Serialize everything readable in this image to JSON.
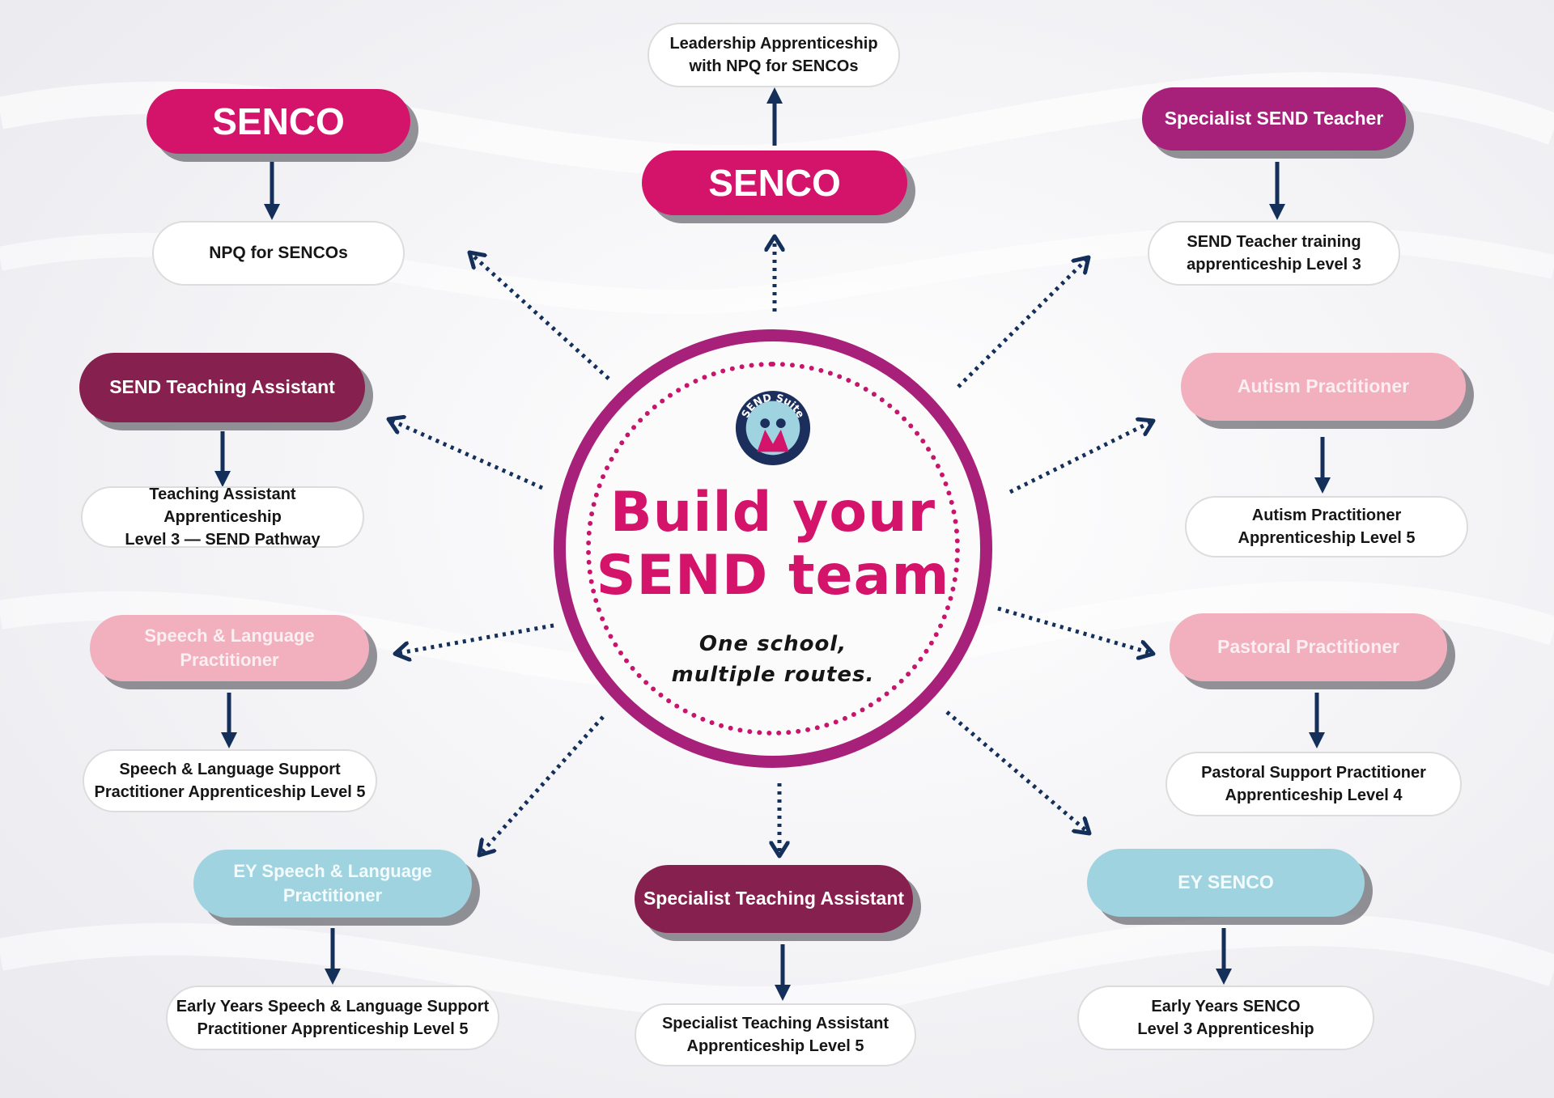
{
  "hub": {
    "logo_text": "SEND Suite",
    "title": "Build your\nSEND team",
    "subtitle": "One school,\nmultiple routes."
  },
  "routes": {
    "senco_top": {
      "role": "SENCO",
      "qualification": "Leadership Apprenticeship\nwith NPQ for SENCOs"
    },
    "senco_left": {
      "role": "SENCO",
      "qualification": "NPQ for SENCOs"
    },
    "specialist_send_teacher": {
      "role": "Specialist SEND Teacher",
      "qualification": "SEND Teacher training\napprenticeship Level 3"
    },
    "send_teaching_assistant": {
      "role": "SEND Teaching Assistant",
      "qualification": "Teaching Assistant Apprenticeship\nLevel 3 — SEND Pathway"
    },
    "autism_practitioner": {
      "role": "Autism Practitioner",
      "qualification": "Autism Practitioner\nApprenticeship Level 5"
    },
    "speech_language_practitioner": {
      "role": "Speech & Language\nPractitioner",
      "qualification": "Speech & Language Support\nPractitioner Apprenticeship Level 5"
    },
    "pastoral_practitioner": {
      "role": "Pastoral Practitioner",
      "qualification": "Pastoral Support Practitioner\nApprenticeship Level 4"
    },
    "ey_speech_language_practitioner": {
      "role": "EY Speech & Language\nPractitioner",
      "qualification": "Early Years Speech & Language Support\nPractitioner Apprenticeship Level 5"
    },
    "specialist_teaching_assistant": {
      "role": "Specialist Teaching Assistant",
      "qualification": "Specialist Teaching Assistant\nApprenticeship Level 5"
    },
    "ey_senco": {
      "role": "EY SENCO",
      "qualification": "Early Years SENCO\nLevel 3 Apprenticeship"
    }
  },
  "colors": {
    "magenta": "#d3146a",
    "purple": "#a72079",
    "plum": "#85204f",
    "pink": "#f2afbd",
    "teal": "#9fd3df",
    "navy": "#14305a"
  }
}
